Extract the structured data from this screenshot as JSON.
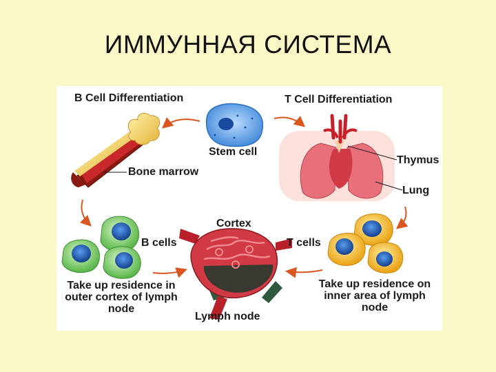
{
  "slide": {
    "title": "ИММУННАЯ СИСТЕМА"
  },
  "diagram": {
    "b_cell_differentiation": "B Cell Differentiation",
    "t_cell_differentiation": "T Cell Differentiation",
    "stem_cell": "Stem cell",
    "bone_marrow": "Bone marrow",
    "thymus": "Thymus",
    "lung": "Lung",
    "cortex": "Cortex",
    "b_cells": "B cells",
    "t_cells": "T cells",
    "b_residence": "Take up residence in\nouter cortex of lymph\nnode",
    "t_residence": "Take up residence on\ninner area of lymph\nnode",
    "lymph_node": "Lymph node"
  },
  "colors": {
    "background": "#fbf8c8",
    "stem_cell": "#5aa0e6",
    "b_cell": "#7fd46a",
    "t_cell": "#f6b21c",
    "nucleus": "#1f5fb8",
    "organ_red": "#d9404a",
    "arrow": "#d9561e"
  }
}
